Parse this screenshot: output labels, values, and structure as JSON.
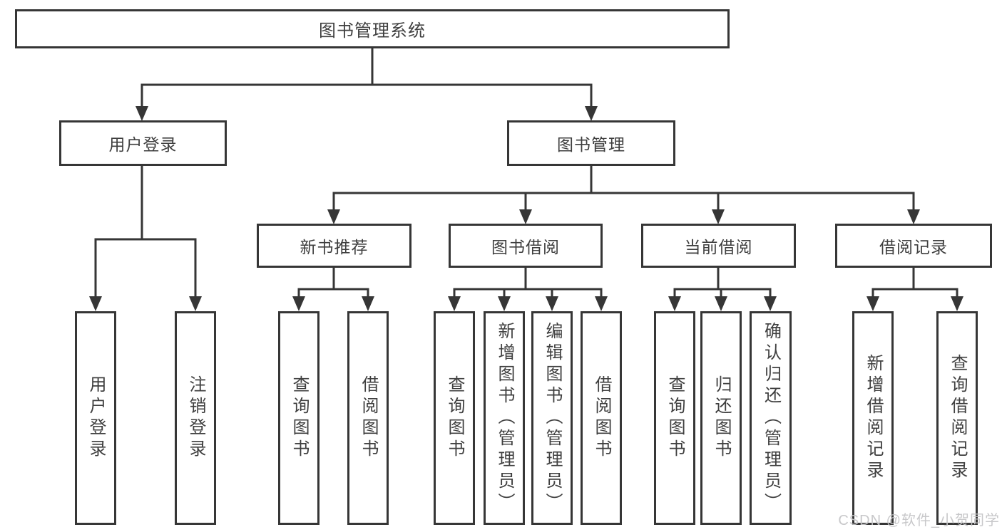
{
  "tree": {
    "label": "图书管理系统",
    "children": [
      {
        "label": "用户登录",
        "children": [
          {
            "label": "用户登录"
          },
          {
            "label": "注销登录"
          }
        ]
      },
      {
        "label": "图书管理",
        "children": [
          {
            "label": "新书推荐",
            "children": [
              {
                "label": "查询图书"
              },
              {
                "label": "借阅图书"
              }
            ]
          },
          {
            "label": "图书借阅",
            "children": [
              {
                "label": "查询图书"
              },
              {
                "label": "新增图书（管理员）"
              },
              {
                "label": "编辑图书（管理员）"
              },
              {
                "label": "借阅图书"
              }
            ]
          },
          {
            "label": "当前借阅",
            "children": [
              {
                "label": "查询图书"
              },
              {
                "label": "归还图书"
              },
              {
                "label": "确认归还（管理员）"
              }
            ]
          },
          {
            "label": "借阅记录",
            "children": [
              {
                "label": "新增借阅记录"
              },
              {
                "label": "查询借阅记录"
              }
            ]
          }
        ]
      }
    ]
  },
  "watermark": {
    "text": "CSDN @软件_小贺同学"
  },
  "colors": {
    "line": "#363636",
    "box_border": "#363636",
    "text": "#3f3f3f",
    "background": "#ffffff",
    "watermark": "#c5c5c7"
  }
}
